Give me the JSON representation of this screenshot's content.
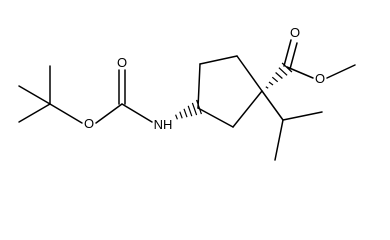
{
  "molecule": {
    "atoms": {
      "o_carbonyl_ester": "O",
      "o_methoxy": "O",
      "o_carbonyl_boc": "O",
      "o_ether_boc": "O",
      "nh": "NH"
    }
  }
}
